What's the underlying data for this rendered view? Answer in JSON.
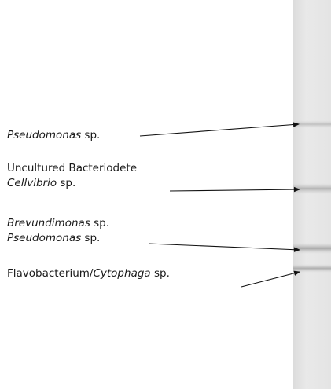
{
  "figure": {
    "labels": [
      {
        "parts": [
          {
            "text": "Pseudomonas",
            "italic": true
          },
          {
            "text": " sp.",
            "italic": false
          }
        ]
      },
      {
        "parts": [
          {
            "text": "Uncultured Bacteriodete",
            "italic": false
          }
        ]
      },
      {
        "parts": [
          {
            "text": "Cellvibrio",
            "italic": true
          },
          {
            "text": " sp.",
            "italic": false
          }
        ]
      },
      {
        "parts": [
          {
            "text": "Brevundimonas",
            "italic": true
          },
          {
            "text": " sp.",
            "italic": false
          }
        ]
      },
      {
        "parts": [
          {
            "text": "Pseudomonas",
            "italic": true
          },
          {
            "text": " sp.",
            "italic": false
          }
        ]
      },
      {
        "parts": [
          {
            "text": "Flavobacterium/",
            "italic": false
          },
          {
            "text": "Cytophaga",
            "italic": true
          },
          {
            "text": " sp.",
            "italic": false
          }
        ]
      }
    ],
    "colors": {
      "gel_background": "#e6e6e6",
      "band": "#a9a9a9",
      "arrow": "#111111",
      "text": "#1a1a1a"
    }
  }
}
